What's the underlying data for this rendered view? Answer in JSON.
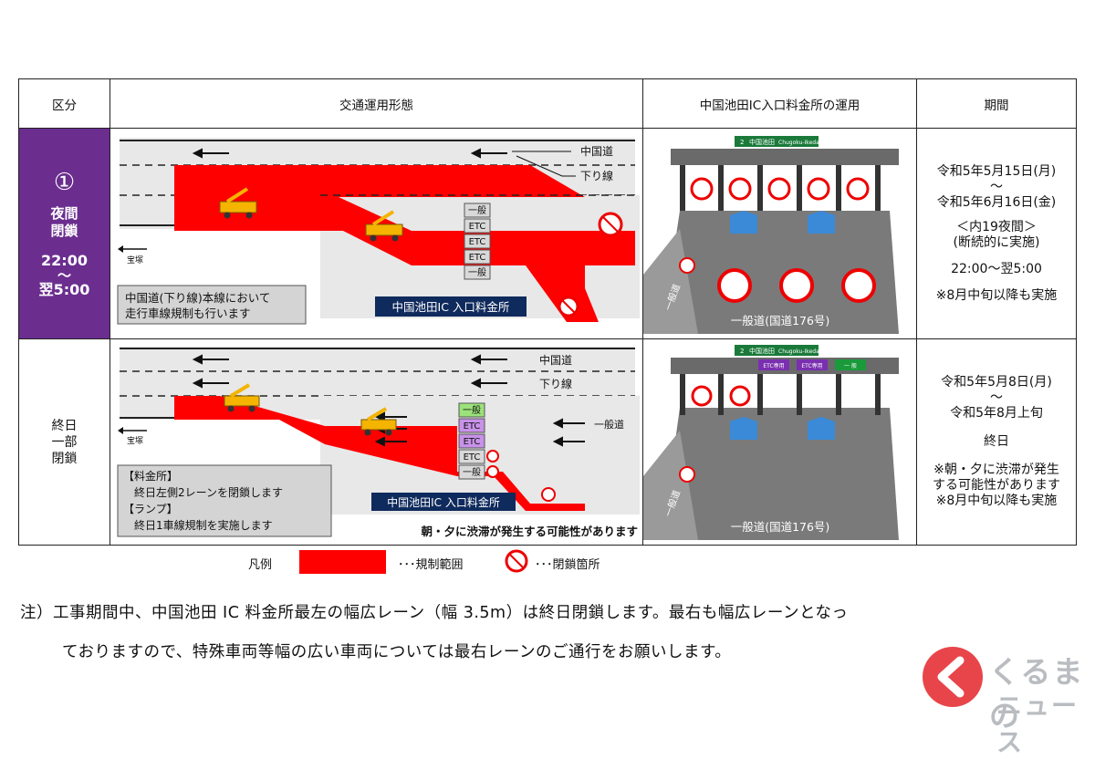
{
  "header": {
    "col1": "区分",
    "col2": "交通運用形態",
    "col3": "中国池田IC入口料金所の運用",
    "col4": "期間"
  },
  "row1": {
    "number": "①",
    "line1": "夜間",
    "line2": "閉鎖",
    "time_start": "22:00",
    "tilde": "～",
    "time_end": "翌5:00",
    "diagram": {
      "road_label": "中国道",
      "direction_label": "下り線",
      "destination": "宝塚",
      "lanes": [
        "一般",
        "ETC",
        "ETC",
        "ETC",
        "一般"
      ],
      "note_line1": "中国道(下り線)本線において",
      "note_line2": "走行車線規制も行います",
      "tollgate_label": "中国池田IC 入口料金所"
    },
    "tollgate": {
      "sign": "中国池田",
      "sign_en": "Chugoku-Ikeda",
      "sign_number": "2",
      "road_label": "一般道",
      "bottom_label": "一般道(国道176号)"
    },
    "period": {
      "start": "令和5年5月15日(月)",
      "tilde": "～",
      "end": "令和5年6月16日(金)",
      "count": "＜内19夜間＞",
      "note": "(断続的に実施)",
      "time": "22:00～翌5:00",
      "remark": "※8月中旬以降も実施"
    }
  },
  "row2": {
    "line1": "終日",
    "line2": "一部",
    "line3": "閉鎖",
    "diagram": {
      "road_label": "中国道",
      "direction_label": "下り線",
      "destination": "宝塚",
      "general_road": "一般道",
      "lanes": [
        "一般",
        "ETC",
        "ETC",
        "ETC",
        "一般"
      ],
      "box_line1": "【料金所】",
      "box_line2": "終日左側2レーンを閉鎖します",
      "box_line3": "【ランプ】",
      "box_line4": "終日1車線規制を実施します",
      "tollgate_label": "中国池田IC 入口料金所",
      "warning": "朝・夕に渋滞が発生する可能性があります"
    },
    "tollgate": {
      "sign": "中国池田",
      "sign_en": "Chugoku-Ikeda",
      "sign_number": "2",
      "panels": [
        "ETC専用",
        "ETC専用",
        "一 般"
      ],
      "road_label": "一般道",
      "bottom_label": "一般道(国道176号)"
    },
    "period": {
      "start": "令和5年5月8日(月)",
      "tilde": "～",
      "end": "令和5年8月上旬",
      "allday": "終日",
      "remark1": "※朝・夕に渋滞が発生",
      "remark2": "する可能性があります",
      "remark3": "※8月中旬以降も実施"
    }
  },
  "legend": {
    "title": "凡例",
    "range_label": "･･･規制範囲",
    "closed_label": "･･･閉鎖箇所"
  },
  "footnote": {
    "line1": "注）工事期間中、中国池田 IC 料金所最左の幅広レーン（幅 3.5m）は終日閉鎖します。最右も幅広レーンとなっ",
    "line2": "ておりますので、特殊車両等幅の広い車両については最右レーンのご通行をお願いします。"
  },
  "logo": {
    "text1": "くるまの",
    "text2": "ニュース"
  },
  "colors": {
    "restriction_red": "#ff0000",
    "header_purple": "#6b2e8f",
    "navy_label": "#0f2a5c",
    "logo_red": "#e8454a"
  }
}
